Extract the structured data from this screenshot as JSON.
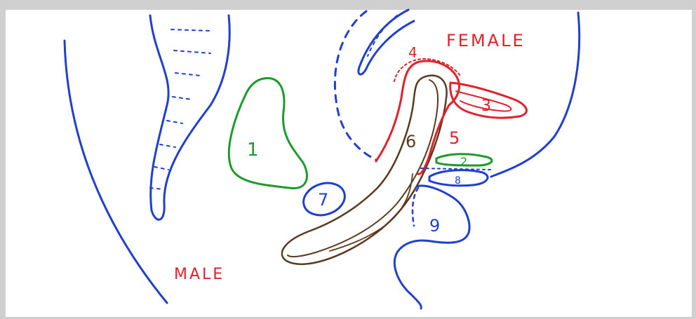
{
  "labels": {
    "female": "FEMALE",
    "male": "MALE",
    "n1": "1",
    "n2": "2",
    "n3": "3",
    "n4": "4",
    "n5": "5",
    "n6": "6",
    "n7": "7",
    "n8": "8",
    "n9": "9"
  },
  "colors": {
    "blue": "#1f3fd1",
    "green": "#1c9a2a",
    "red": "#e0202a",
    "brown": "#5a3a1e",
    "paper": "#ffffff"
  }
}
